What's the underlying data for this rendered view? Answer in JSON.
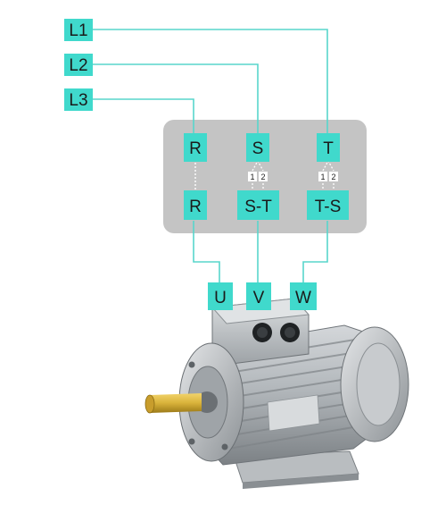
{
  "colors": {
    "teal": "#40d9cc",
    "wire": "#58d6cc",
    "panel": "#c4c4c4",
    "text": "#1a1a1a",
    "motor_body": "#a9aeb2",
    "shaft": "#d9b23a"
  },
  "lines": {
    "l1": "L1",
    "l2": "L2",
    "l3": "L3"
  },
  "panel": {
    "top": {
      "r": "R",
      "s": "S",
      "t": "T"
    },
    "bottom": {
      "r": "R",
      "st": "S-T",
      "ts": "T-S"
    },
    "switches": {
      "left": {
        "one": "1",
        "two": "2"
      },
      "right": {
        "one": "1",
        "two": "2"
      }
    }
  },
  "terminals": {
    "u": "U",
    "v": "V",
    "w": "W"
  },
  "motor": {
    "icon": "electric-motor-icon"
  }
}
